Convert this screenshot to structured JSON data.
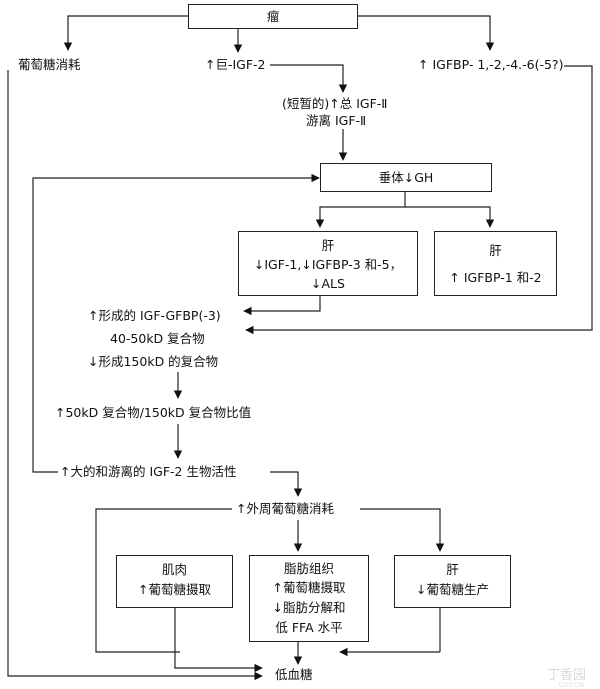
{
  "tumor": "瘤",
  "glucose_consumption": "葡萄糖消耗",
  "big_igf2": "↑巨-IGF-2",
  "igfbp_up": "↑ IGFBP- 1,-2,-4.-6(-5?)",
  "total_igf2": "(短暂的)↑总 IGF-Ⅱ",
  "free_igf2": "游离 IGF-Ⅱ",
  "pituitary_gh": "垂体↓GH",
  "liver1": {
    "title": "肝",
    "line1": "↓IGF-1,↓IGFBP-3 和-5，",
    "line2": "↓ALS"
  },
  "liver2": {
    "title": "肝",
    "line1": "↑ IGFBP-1 和-2"
  },
  "complex1": "↑形成的 IGF-GFBP(-3)",
  "complex2": "40-50kD 复合物",
  "complex3": "↓形成150kD 的复合物",
  "ratio": "↑50kD 复合物/150kD 复合物比值",
  "bioactivity": "↑大的和游离的 IGF-2 生物活性",
  "peripheral": "↑外周葡萄糖消耗",
  "muscle": {
    "title": "肌肉",
    "line1": "↑葡萄糖摄取"
  },
  "adipose": {
    "title": "脂肪组织",
    "line1": "↑葡萄糖摄取",
    "line2": "↓脂肪分解和",
    "line3": "低 FFA 水平"
  },
  "liver3": {
    "title": "肝",
    "line1": "↓葡萄糖生产"
  },
  "hypoglycemia": "低血糖",
  "watermark": "丁香园",
  "watermark_sub": "DXY.CN"
}
